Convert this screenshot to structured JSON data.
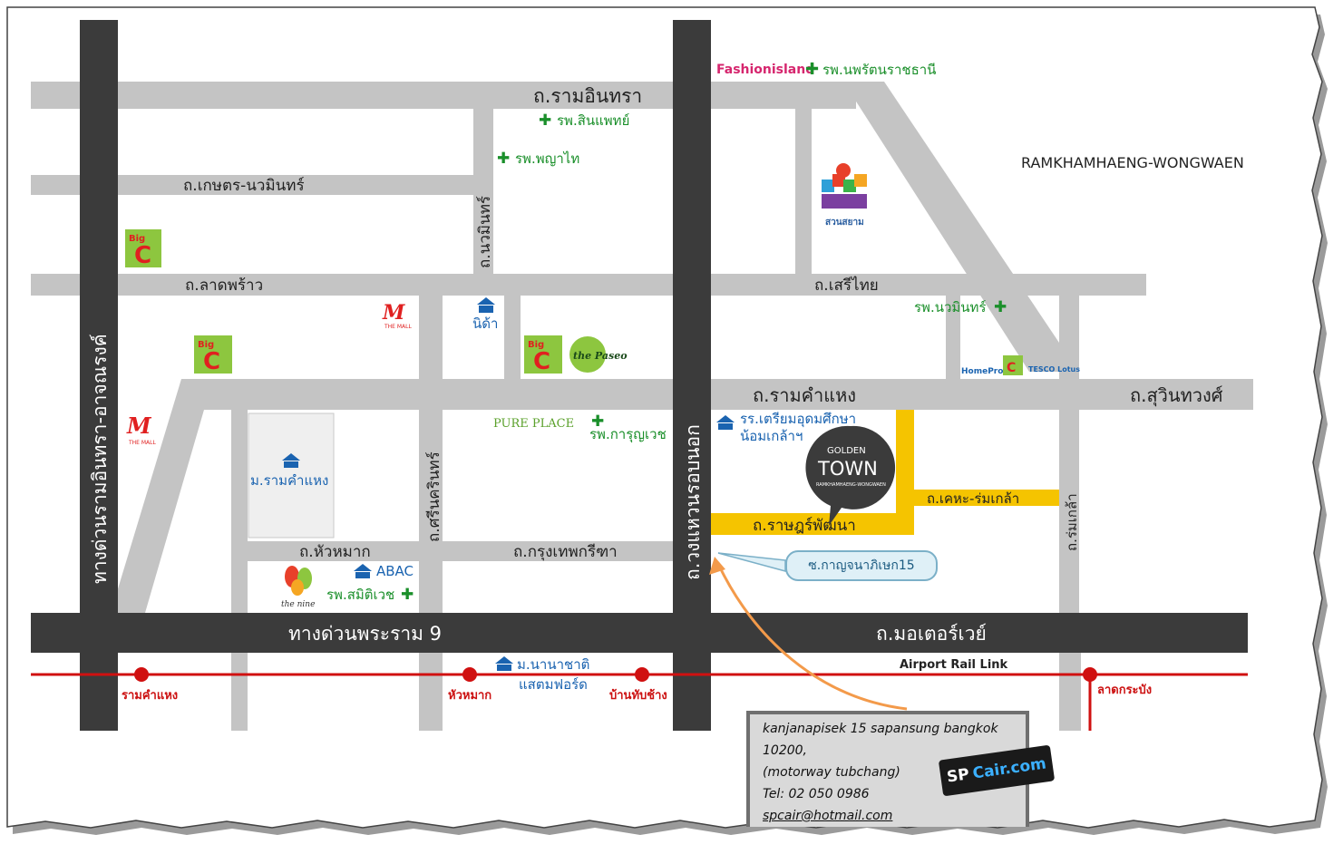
{
  "colors": {
    "road_light": "#bdbdbd",
    "road_dark": "#3d3d3d",
    "road_yellow": "#f5c400",
    "rail": "#d01010",
    "poi_green": "#1a8f2a",
    "poi_blue": "#1a63b0",
    "arrow": "#f39a4a"
  },
  "area_title": "RAMKHAMHAENG-WONGWAEN",
  "roads": {
    "ramintra": "ถ.รามอินทรา",
    "kaset_nawamin": "ถ.เกษตร-นวมินทร์",
    "nawamin": "ถ.นวมินทร์",
    "ladprao": "ถ.ลาดพร้าว",
    "serithai": "ถ.เสรีไทย",
    "ramkhamhaeng": "ถ.รามคำแหง",
    "sukhumvit": "ถ.สุวินทวงศ์",
    "srinakarin": "ถ.ศรีนครินทร์",
    "huamak": "ถ.หัวหมาก",
    "krungthep_kreetha": "ถ.กรุงเทพกรีฑา",
    "ratpattana": "ถ.ราษฎร์พัฒนา",
    "kheha_romklao": "ถ.เคหะ-ร่มเกล้า",
    "romklao": "ถ.ร่มเกล้า",
    "expressway_west": "ทางด่วนรามอินทรา-อาจณรงค์",
    "wongwaen": "ถ.วงแหวนรอบนอก",
    "expressway_rama9": "ทางด่วนพระราม 9",
    "motorway": "ถ.มอเตอร์เวย์"
  },
  "pois": {
    "fashion_island": "Fashionisland",
    "hosp_nopparat": "รพ.นพรัตนราชธานี",
    "hosp_sinphaet": "รพ.สินแพทย์",
    "hosp_phyathai": "รพ.พญาไท",
    "siam_park_caption": "สวนสยาม",
    "hosp_nawamin": "รพ.นวมินทร์",
    "nida": "นิด้า",
    "the_mall": "THE MALL",
    "big_c": "Big C",
    "the_paseo": "the Paseo",
    "homepro": "HomePro",
    "tesco_lotus": "TESCO Lotus",
    "pure_place": "PURE PLACE",
    "hosp_karunvej": "รพ.การุญเวช",
    "school": "รร.เตรียมอุดมศึกษา",
    "school_2": "น้อมเกล้าฯ",
    "ramkhamhaeng_univ": "ม.รามคำแหง",
    "abac": "ABAC",
    "hosp_samitivej": "รพ.สมิติเวช",
    "the_nine": "the nine",
    "intl_univ": "ม.นานาชาติ",
    "stamford": "แสตมฟอร์ด"
  },
  "golden_town": {
    "line1": "GOLDEN",
    "line2": "TOWN",
    "sub": "RAMKHAMHAENG-WONGWAEN"
  },
  "callout": "ซ.กาญจนาภิเษก15",
  "rail": {
    "name": "Airport Rail Link",
    "stations": [
      "รามคำแหง",
      "หัวหมาก",
      "บ้านทับช้าง",
      "ลาดกระบัง"
    ]
  },
  "address": {
    "line1": "kanjanapisek 15 sapansung bangkok",
    "line2": "10200,",
    "line3": "(motorway tubchang)",
    "line4": "Tel: 02 050 0986",
    "line5": "spcair@hotmail.com"
  },
  "brand": {
    "sp": "SP",
    "cair": "Cair.com"
  }
}
